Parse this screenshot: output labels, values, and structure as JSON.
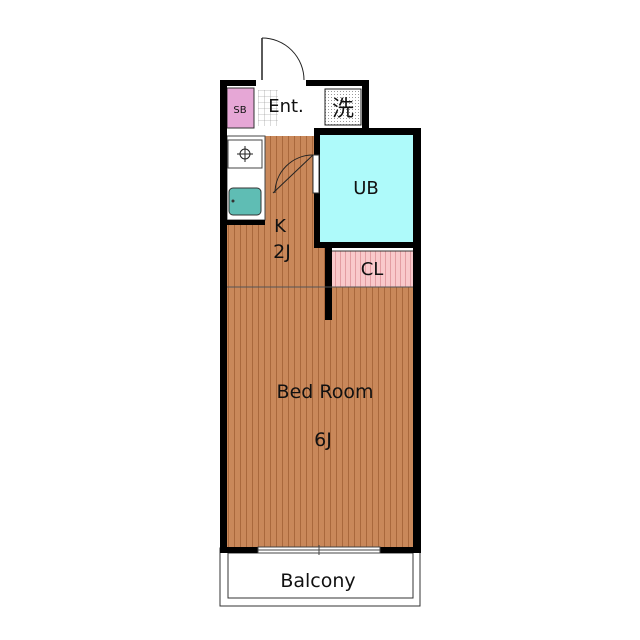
{
  "rooms": {
    "entrance": "Ent.",
    "shoe_box": "SB",
    "washer": "洗",
    "unit_bath": "UB",
    "closet": "CL",
    "kitchen": "K",
    "kitchen_size": "2J",
    "bedroom": "Bed Room",
    "bedroom_size": "6J",
    "balcony": "Balcony"
  },
  "colors": {
    "floor": "#c9885a",
    "floor_line": "#a9683c",
    "bath": "#aefafa",
    "closet": "#f9c9cb",
    "shoe_box": "#e6a7d6",
    "wall": "#000000"
  }
}
